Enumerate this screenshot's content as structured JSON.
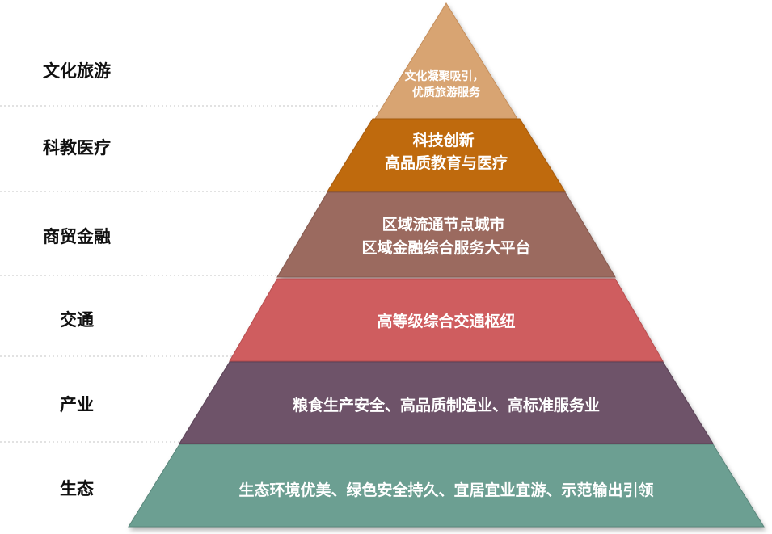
{
  "tiers": [
    {
      "label": "文化旅游",
      "lines": [
        "文化凝聚吸引，",
        "优质旅游服务"
      ],
      "color": "#d8a472",
      "edge": "#c58e5b"
    },
    {
      "label": "科教医疗",
      "lines": [
        "科技创新",
        "高品质教育与医疗"
      ],
      "color": "#bf6a10",
      "edge": "#a55a0c"
    },
    {
      "label": "商贸金融",
      "lines": [
        "区域流通节点城市",
        "区域金融综合服务大平台"
      ],
      "color": "#9b6a5e",
      "edge": "#85594e"
    },
    {
      "label": "交通",
      "lines": [
        "高等级综合交通枢纽"
      ],
      "color": "#cf5d5e",
      "edge": "#b84e4f"
    },
    {
      "label": "产业",
      "lines": [
        "粮食生产安全、高品质制造业、高标准服务业"
      ],
      "color": "#6e5269",
      "edge": "#5a4256"
    },
    {
      "label": "生态",
      "lines": [
        "生态环境优美、绿色安全持久、宜居宜业宜游、示范输出引领"
      ],
      "color": "#6c9f92",
      "edge": "#5a877b"
    }
  ]
}
